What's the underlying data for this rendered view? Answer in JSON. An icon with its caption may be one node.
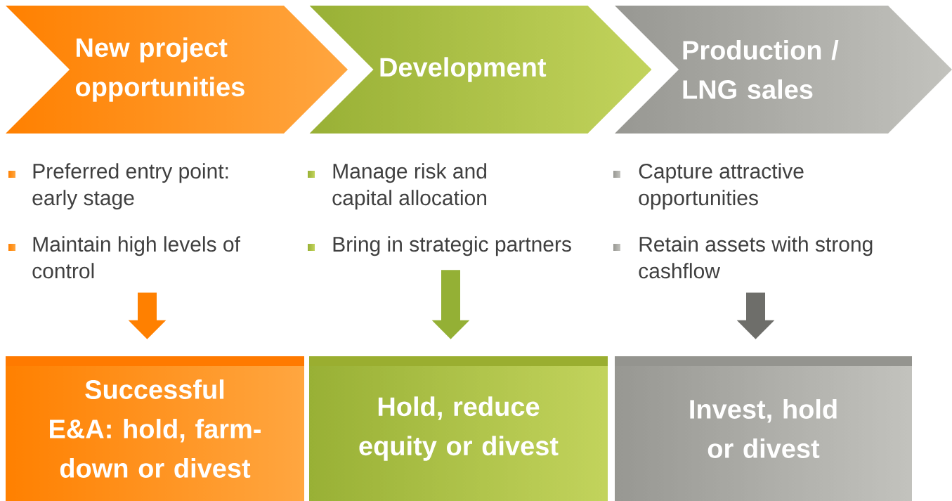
{
  "diagram": {
    "nodes": [
      {
        "text": [
          "New project opportunities"
        ]
      },
      {
        "text": [
          "Development"
        ]
      },
      {
        "text": [
          "Production / LNG sales"
        ]
      },
      {
        "text": [
          "Preferred entry point: early stage",
          "Maintain high levels of control"
        ]
      },
      {
        "text": [
          "Manage risk and capital allocation",
          "Bring in strategic partners"
        ]
      },
      {
        "text": [
          "Capture attractive opportunities",
          "Retain assets with strong cashflow"
        ]
      },
      {
        "text": [
          "Successful E&A: hold, farm-down or divest"
        ]
      },
      {
        "text": [
          "Hold, reduce equity or divest"
        ]
      },
      {
        "text": [
          "Invest, hold or divest"
        ]
      }
    ],
    "edges": [
      {
        "from": 3,
        "to": 6,
        "arrow": "to",
        "color": "#ff8000"
      },
      {
        "from": 4,
        "to": 7,
        "arrow": "to",
        "color": "#94b035"
      },
      {
        "from": 5,
        "to": 8,
        "arrow": "to",
        "color": "#6e6e6a"
      }
    ]
  }
}
